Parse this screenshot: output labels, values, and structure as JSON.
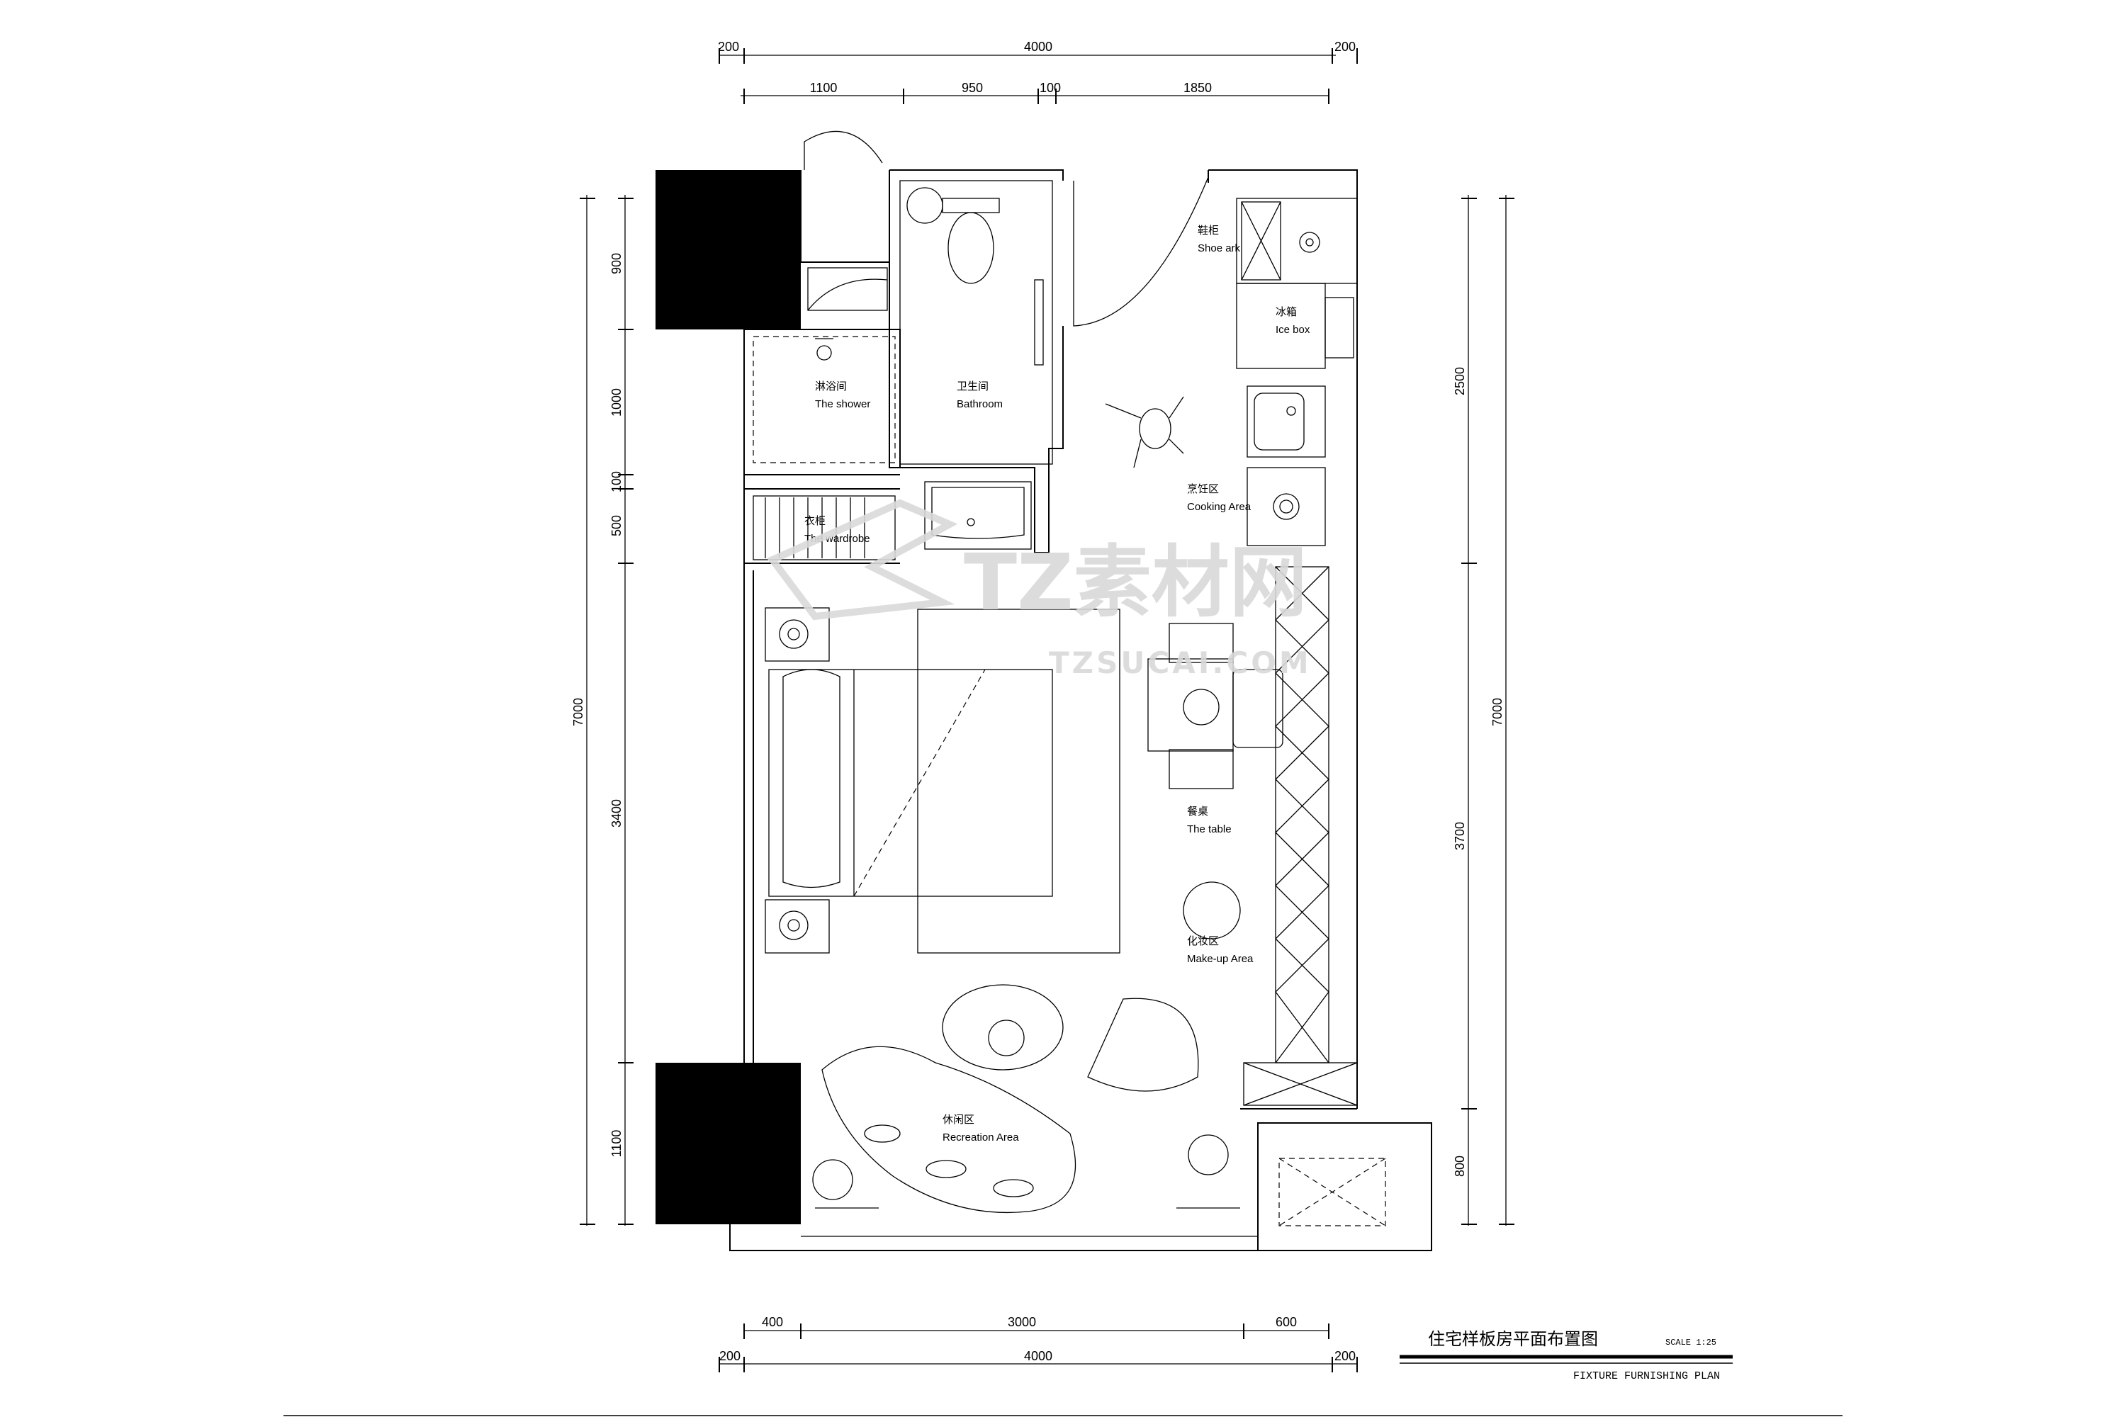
{
  "dimensions": {
    "top_outer": [
      "200",
      "4000",
      "200"
    ],
    "top_inner": [
      "1100",
      "950",
      "100",
      "1850"
    ],
    "bottom_inner": [
      "400",
      "3000",
      "600"
    ],
    "bottom_outer": [
      "200",
      "4000",
      "200"
    ],
    "left_total": "7000",
    "left_parts": [
      "900",
      "1000",
      "100",
      "500",
      "3400",
      "1100"
    ],
    "right_total": "7000",
    "right_parts": [
      "2500",
      "3700",
      "800"
    ]
  },
  "rooms": {
    "shoe_ark": {
      "cn": "鞋柜",
      "en": "Shoe ark"
    },
    "ice_box": {
      "cn": "冰箱",
      "en": "Ice box"
    },
    "shower": {
      "cn": "淋浴间",
      "en": "The shower"
    },
    "bathroom": {
      "cn": "卫生间",
      "en": "Bathroom"
    },
    "cooking": {
      "cn": "烹饪区",
      "en": "Cooking Area"
    },
    "wardrobe": {
      "cn": "衣柜",
      "en": "The wardrobe"
    },
    "table": {
      "cn": "餐桌",
      "en": "The table"
    },
    "makeup": {
      "cn": "化妆区",
      "en": "Make-up Area"
    },
    "recreation": {
      "cn": "休闲区",
      "en": "Recreation Area"
    }
  },
  "title": {
    "cn": "住宅样板房平面布置图",
    "scale": "SCALE 1:25",
    "en": "FIXTURE FURNISHING PLAN"
  },
  "watermark": {
    "main": "TZ素材网",
    "sub": "TZSUCAI.COM"
  }
}
